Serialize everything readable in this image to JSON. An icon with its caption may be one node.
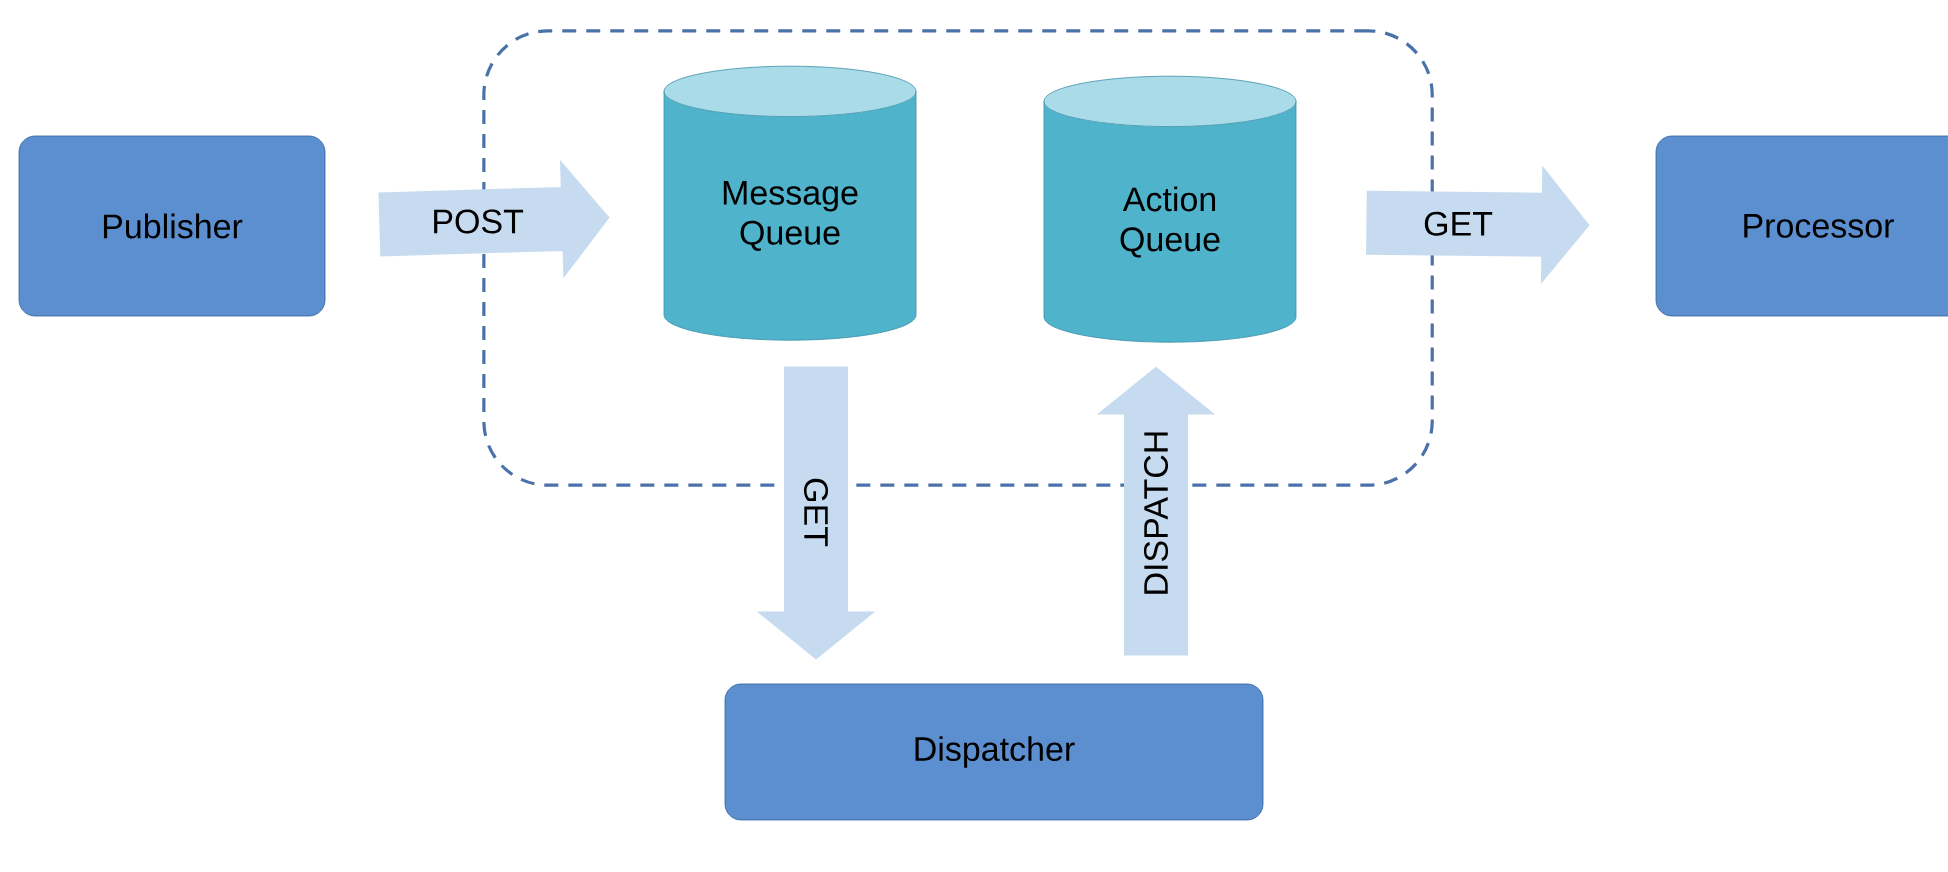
{
  "diagram": {
    "nodes": [
      {
        "text": [],
        "shape": "box"
      },
      {
        "text": [
          "Publisher"
        ]
      },
      {
        "text": [
          "Message Queue"
        ],
        "in": 0
      },
      {
        "text": [
          "Action Queue"
        ],
        "in": 0
      },
      {
        "text": [
          "Processor"
        ]
      },
      {
        "text": [
          "Dispatcher"
        ]
      }
    ],
    "edges": [
      {
        "from": 1,
        "to": 2,
        "arrow": "to",
        "label": "POST"
      },
      {
        "from": 2,
        "to": 5,
        "arrow": "to",
        "label": "GET"
      },
      {
        "from": 5,
        "to": 3,
        "arrow": "to",
        "label": "DISPATCH"
      },
      {
        "from": 3,
        "to": 4,
        "arrow": "to",
        "label": "GET"
      }
    ]
  }
}
